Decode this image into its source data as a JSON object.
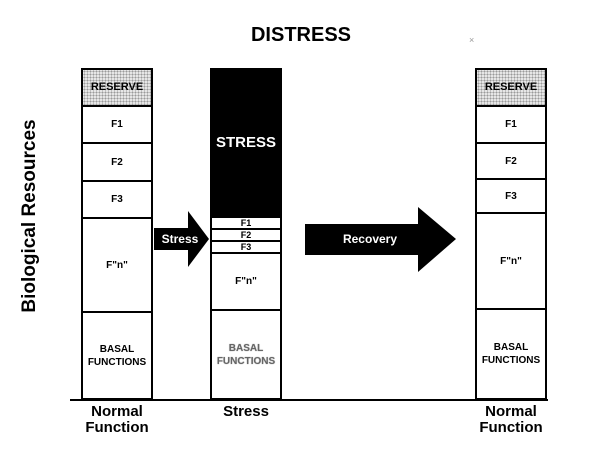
{
  "title": "DISTRESS",
  "y_axis_label": "Biological Resources",
  "corner_mark": "×",
  "normal_column": {
    "cells": [
      "RESERVE",
      "F1",
      "F2",
      "F3",
      "F\"n\"",
      "BASAL\nFUNCTIONS"
    ]
  },
  "stress_column": {
    "stress_block": "STRESS",
    "cells": [
      "F1",
      "F2",
      "F3",
      "F\"n\"",
      "BASAL\nFUNCTIONS"
    ]
  },
  "recovery_column": {
    "cells": [
      "RESERVE",
      "F1",
      "F2",
      "F3",
      "F\"n\"",
      "BASAL\nFUNCTIONS"
    ]
  },
  "arrows": {
    "stress": "Stress",
    "recovery": "Recovery"
  },
  "x_labels": {
    "normal_left": "Normal\nFunction",
    "stress": "Stress",
    "normal_right": "Normal\nFunction"
  }
}
